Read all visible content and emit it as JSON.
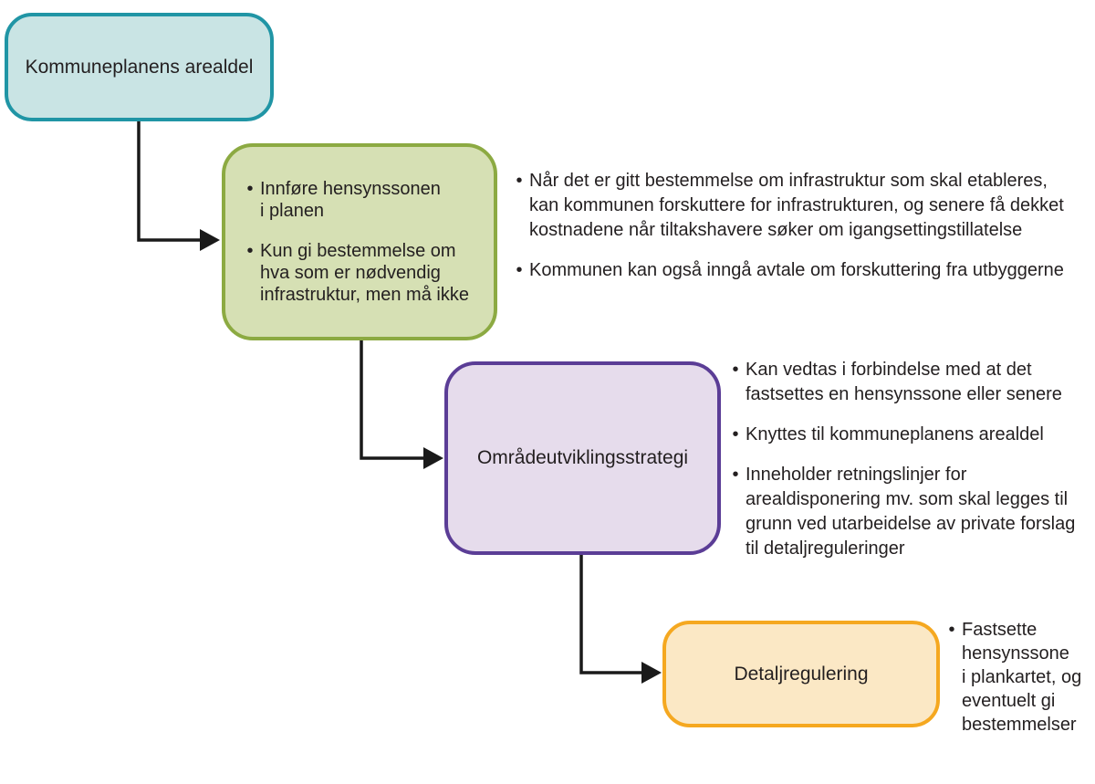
{
  "diagram": {
    "background": "#ffffff",
    "text_color": "#231f20",
    "arrow_color": "#1a1a1a",
    "bullet_char": "•",
    "nodes": [
      {
        "id": "kommuneplanens-arealdel",
        "label": "Kommuneplanens arealdel",
        "fill": "#c9e4e4",
        "border": "#2095a5"
      },
      {
        "id": "hensynssone-i-plan",
        "bullets": [
          "Innføre hensynssonen\ni planen",
          "Kun gi bestemmelse om\nhva som er nødvendig\ninfrastruktur, men må ikke"
        ],
        "fill": "#d6e0b4",
        "border": "#8caa42"
      },
      {
        "id": "omradeutviklingsstrategi",
        "label": "Områdeutviklingsstrategi",
        "fill": "#e6dcec",
        "border": "#5b3d96"
      },
      {
        "id": "detaljregulering",
        "label": "Detaljregulering",
        "fill": "#fbe8c5",
        "border": "#f5a820"
      }
    ],
    "notes": {
      "hensynssone": [
        "Når det er gitt bestemmelse om infrastruktur som skal etableres,\nkan kommunen forskuttere for infrastrukturen, og senere få dekket\nkostnadene når tiltakshavere søker om igangsettingstillatelse",
        "Kommunen kan også inngå avtale om forskuttering fra utbyggerne"
      ],
      "strategi": [
        "Kan vedtas i forbindelse med at det\nfastsettes en hensynssone eller senere",
        "Knyttes til kommuneplanens arealdel",
        "Inneholder retningslinjer for\narealdisponering mv. som skal legges til\ngrunn ved utarbeidelse av private forslag\ntil detaljreguleringer"
      ],
      "detaljregulering": [
        "Fastsette\nhensynssone\ni plankartet, og\neventuelt gi\nbestemmelser"
      ]
    }
  }
}
